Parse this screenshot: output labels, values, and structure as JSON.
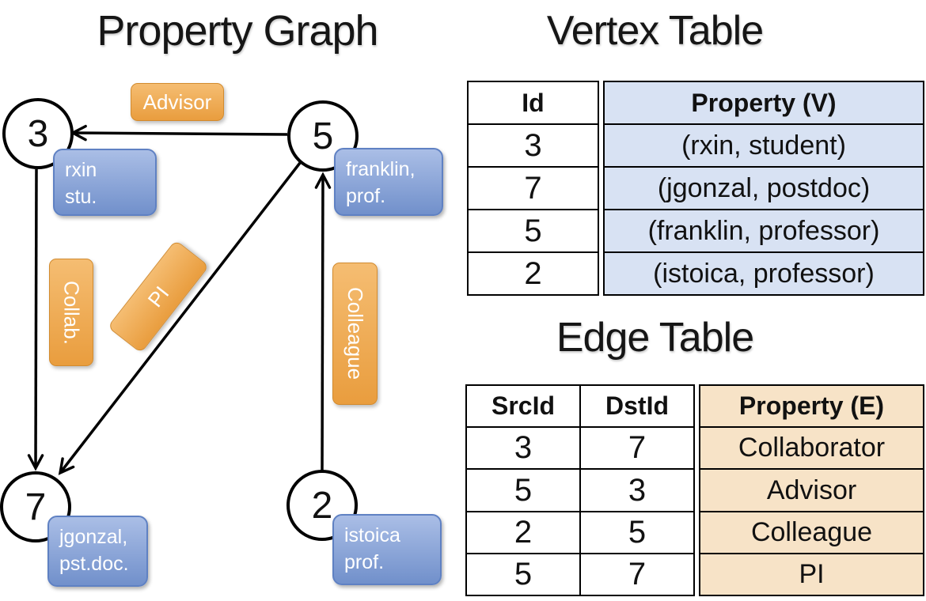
{
  "graph": {
    "title": "Property Graph",
    "nodes": [
      {
        "id": "3",
        "property_lines": [
          "rxin",
          "stu."
        ]
      },
      {
        "id": "5",
        "property_lines": [
          "franklin,",
          "prof."
        ]
      },
      {
        "id": "7",
        "property_lines": [
          "jgonzal,",
          "pst.doc."
        ]
      },
      {
        "id": "2",
        "property_lines": [
          "istoica",
          "prof."
        ]
      }
    ],
    "edge_labels": {
      "advisor": "Advisor",
      "collab": "Collab.",
      "pi": "PI",
      "colleague": "Colleague"
    }
  },
  "vertex_table": {
    "title": "Vertex Table",
    "columns": {
      "id": "Id",
      "property": "Property (V)"
    },
    "rows": [
      {
        "id": "3",
        "property": "(rxin, student)"
      },
      {
        "id": "7",
        "property": "(jgonzal, postdoc)"
      },
      {
        "id": "5",
        "property": "(franklin, professor)"
      },
      {
        "id": "2",
        "property": "(istoica, professor)"
      }
    ]
  },
  "edge_table": {
    "title": "Edge Table",
    "columns": {
      "src": "SrcId",
      "dst": "DstId",
      "property": "Property (E)"
    },
    "rows": [
      {
        "src": "3",
        "dst": "7",
        "property": "Collaborator"
      },
      {
        "src": "5",
        "dst": "3",
        "property": "Advisor"
      },
      {
        "src": "2",
        "dst": "5",
        "property": "Colleague"
      },
      {
        "src": "5",
        "dst": "7",
        "property": "PI"
      }
    ]
  },
  "colors": {
    "edge_stroke": "#000000",
    "node_fill": "#ffffff",
    "orange_label_top": "#f5bd72",
    "orange_label_bottom": "#e99d3e",
    "blue_box_top": "#aabee6",
    "blue_box_bottom": "#7190cb",
    "vertex_property_bg": "#d8e2f3",
    "edge_property_bg": "#f7e3c7"
  }
}
